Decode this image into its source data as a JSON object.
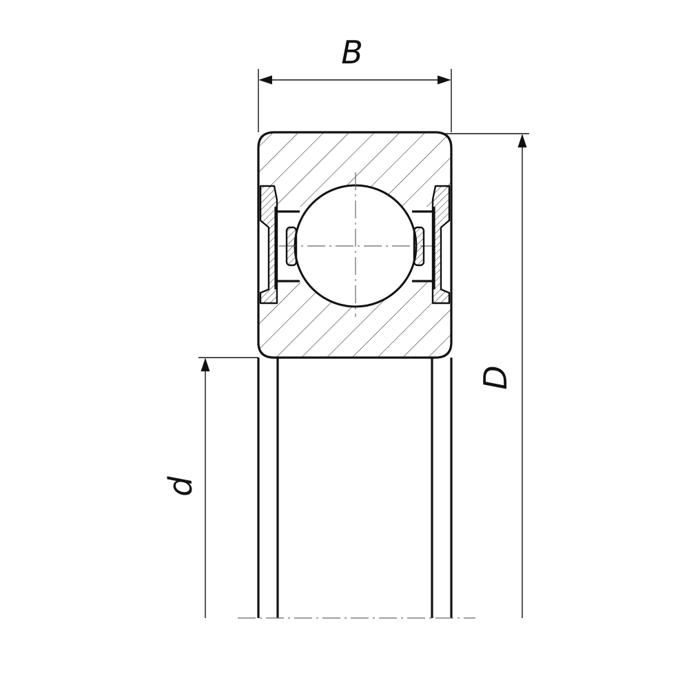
{
  "drawing": {
    "dimensions": {
      "width_label": "B",
      "outer_diameter_label": "D",
      "bore_diameter_label": "d"
    }
  }
}
